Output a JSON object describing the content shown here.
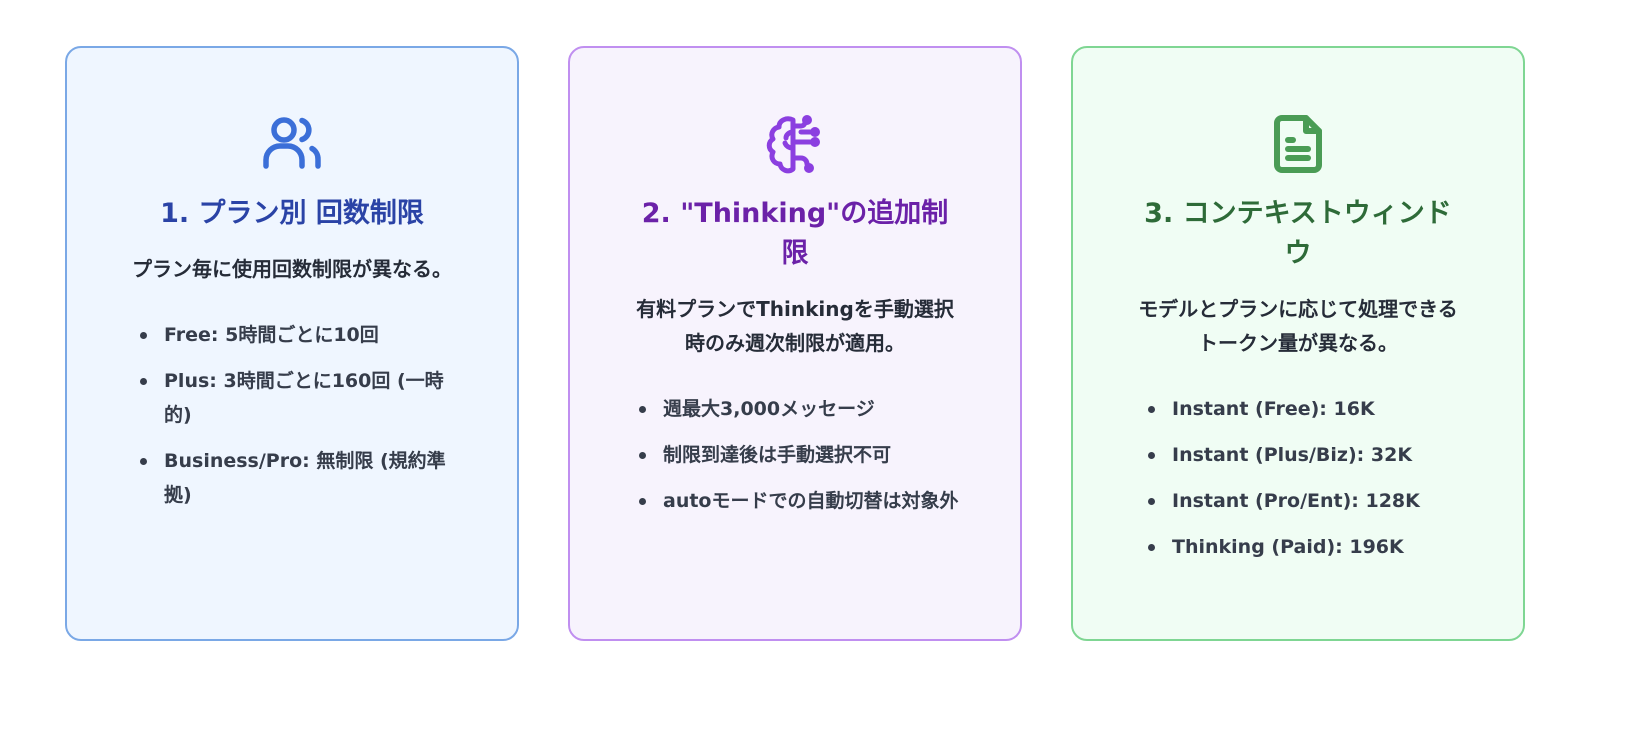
{
  "cards": [
    {
      "theme": "blue",
      "icon": "users-icon",
      "accent_color": "#2a43a6",
      "border_color": "#7aa8e6",
      "background_color": "#eff6ff",
      "title": "1. プラン別 回数制限",
      "description": "プラン毎に使用回数制限が異なる。",
      "items": [
        "Free: 5時間ごとに10回",
        "Plus: 3時間ごとに160回 (一時的)",
        "Business/Pro: 無制限 (規約準拠)"
      ]
    },
    {
      "theme": "purple",
      "icon": "brain-circuit-icon",
      "accent_color": "#6b21a8",
      "border_color": "#c08ff0",
      "background_color": "#f7f3fd",
      "title": "2. \"Thinking\"の追加制限",
      "description": "有料プランでThinkingを手動選択時のみ週次制限が適用。",
      "items": [
        "週最大3,000メッセージ",
        "制限到達後は手動選択不可",
        "autoモードでの自動切替は対象外"
      ]
    },
    {
      "theme": "green",
      "icon": "document-icon",
      "accent_color": "#2e6b38",
      "border_color": "#7fd693",
      "background_color": "#f0fdf4",
      "title": "3. コンテキストウィンドウ",
      "description": "モデルとプランに応じて処理できるトークン量が異なる。",
      "items": [
        "Instant (Free): 16K",
        "Instant (Plus/Biz): 32K",
        "Instant (Pro/Ent): 128K",
        "Thinking (Paid): 196K"
      ]
    }
  ]
}
